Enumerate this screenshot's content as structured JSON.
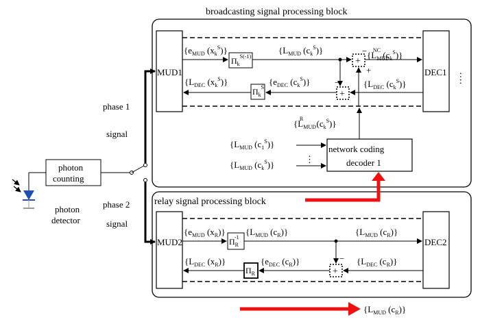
{
  "titles": {
    "broadcast": "broadcasting signal processing block",
    "relay": "relay signal processing block"
  },
  "blocks": {
    "mud1": "MUD1",
    "dec1": "DEC1",
    "mud2": "MUD2",
    "dec2": "DEC2",
    "photon_counting_l1": "photon",
    "photon_counting_l2": "counting",
    "nc_decoder_l1": "network coding",
    "nc_decoder_l2": "decoder 1",
    "plus": "+",
    "minus": "−"
  },
  "labels": {
    "phase1_l1": "phase 1",
    "phase1_l2": "signal",
    "phase2_l1": "phase 2",
    "phase2_l2": "signal",
    "detector_l1": "photon",
    "detector_l2": "detector"
  },
  "math": {
    "e": "e",
    "L": "L",
    "x": "x",
    "c": "c",
    "MUD": "MUD",
    "DEC": "DEC",
    "S": "S",
    "R": "R",
    "k": "k",
    "one": "1",
    "NC": "NC",
    "Pi": "Π",
    "S_inv": "S(-1)",
    "neg1": "-1",
    "lb": "{",
    "rb": "}",
    "lp": "(",
    "rp": ")",
    "dots": "⋮"
  },
  "colors": {
    "arrow": "#ee1111",
    "line": "#000000",
    "diode": "#1f4fb3"
  }
}
